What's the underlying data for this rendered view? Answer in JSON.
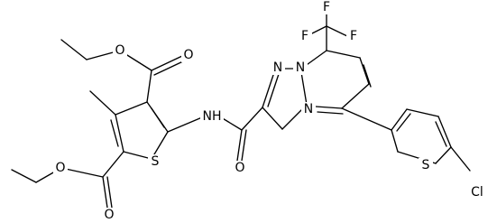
{
  "structure": {
    "atom_labels": {
      "o_ester_top_carbonyl": "O",
      "o_ester_top_ether": "O",
      "s_thiophene": "S",
      "o_ester_bottom_ether": "O",
      "o_ester_bottom_carbonyl": "O",
      "n_amide": "NH",
      "o_amide": "O",
      "n_pyrazole_1": "N",
      "n_pyrazole_2": "N",
      "n_pyrimidine": "N",
      "f_1": "F",
      "f_2": "F",
      "f_3": "F",
      "s_chlorothiophene": "S",
      "cl": "Cl"
    }
  }
}
